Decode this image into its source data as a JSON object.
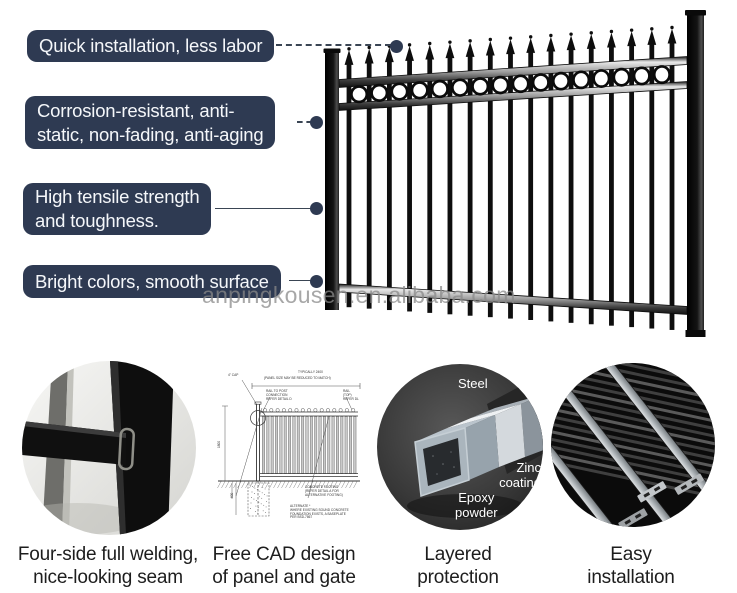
{
  "watermark": {
    "text": "anpingkousen.en.alibaba.com",
    "color": "rgba(138,138,138,0.75)"
  },
  "colors": {
    "badge_bg": "#2e3a52",
    "badge_text": "#f5f7fa",
    "connector": "#3a4554",
    "dot": "#2e3a52",
    "caption_text": "#1d1d1d",
    "fence_black": "#0d0d0d",
    "rail_highlight": "#e9e9e9",
    "tube_epoxy": "#aeb9c1",
    "tube_zinc": "#eef1f3",
    "tube_steel": "#9aa3ab"
  },
  "callouts": [
    {
      "text": "Quick installation, less labor",
      "connector_style": "dashed"
    },
    {
      "text": "Corrosion-resistant, anti-\nstatic, non-fading, anti-aging",
      "connector_style": "dashed"
    },
    {
      "text": "High tensile strength\nand toughness.",
      "connector_style": "solid"
    },
    {
      "text": "Bright colors, smooth surface",
      "connector_style": "solid"
    }
  ],
  "fence": {
    "picket_count": 17,
    "ring_count": 16
  },
  "features": [
    {
      "caption": "Four-side full welding,\nnice-looking seam",
      "image": "weld-seam-photo"
    },
    {
      "caption": "Free CAD design\nof panel and gate",
      "image": "cad-drawing"
    },
    {
      "caption": "Layered\nprotection",
      "image": "layered-tube-photo"
    },
    {
      "caption": "Easy\ninstallation",
      "image": "stacked-panels-photo"
    }
  ],
  "tube_labels": {
    "steel": "Steel",
    "zinc": "Zinc\ncoating",
    "epoxy": "Epoxy\npowder"
  },
  "cad": {
    "cap_note": "4\" CAP",
    "dim_top1": "TYPICALLY 2400",
    "dim_top2": "(PANEL SIZE MAY BE REDUCED TO MATCH)",
    "note_rail_post": "RAIL TO POST\nCONNECTION\nREFER DETAIL D",
    "note_rail_right": "RAIL\n(TOP)\nREFER DL",
    "dim_left": "1800",
    "dim_footing": "600",
    "note_footing": "CONCRETE FOOTING\n(REFER DETAIL A FOR\nALTERNATIVE FOOTING)",
    "note_alternate": "ALTERNATE *\nWHERE EXISTING SOUND CONCRETE\nFOUNDATION EXISTS, A BASEPLATE\nPER BSD-7867"
  }
}
